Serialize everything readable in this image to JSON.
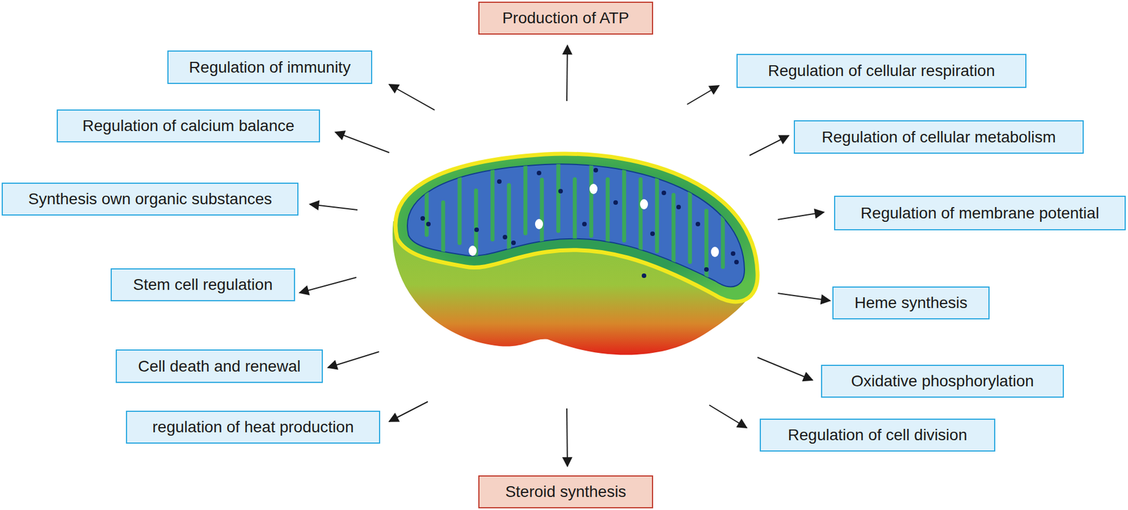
{
  "diagram": {
    "nodes": [
      {
        "text": [
          "Production of ATP"
        ]
      },
      {
        "text": [
          "Regulation of immunity"
        ]
      },
      {
        "text": [
          "Regulation of cellular respiration"
        ]
      },
      {
        "text": [
          "Regulation of calcium balance"
        ]
      },
      {
        "text": [
          "Regulation of cellular metabolism"
        ]
      },
      {
        "text": [
          "Synthesis own organic substances"
        ]
      },
      {
        "text": [
          "Regulation of membrane potential"
        ]
      },
      {
        "text": [
          "Stem cell regulation"
        ]
      },
      {
        "text": [
          "Heme synthesis"
        ]
      },
      {
        "text": [
          "Cell death and renewal"
        ]
      },
      {
        "text": [
          "Oxidative phosphorylation"
        ]
      },
      {
        "text": [
          "regulation of heat production"
        ]
      },
      {
        "text": [
          "Regulation of cell division"
        ]
      },
      {
        "text": [
          "Steroid synthesis"
        ]
      }
    ]
  }
}
